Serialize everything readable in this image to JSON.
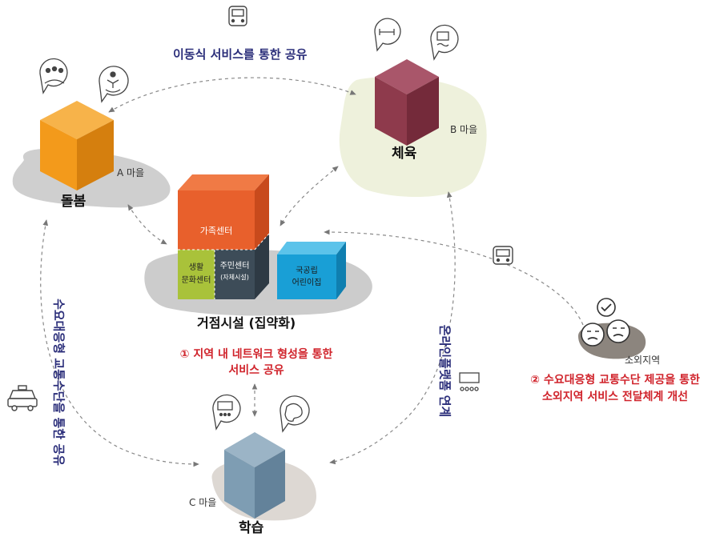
{
  "flows": {
    "mobile_service": "이동식 서비스를 통한 공유",
    "demand_transport": "수요대응형 교통수단을 통한 공유",
    "online_link": "온라인플랫폼 연계"
  },
  "villages": {
    "a": {
      "name": "A 마을",
      "function": "돌봄"
    },
    "b": {
      "name": "B 마을",
      "function": "체육"
    },
    "c": {
      "name": "C 마을",
      "function": "학습"
    }
  },
  "hub": {
    "title": "거점시설 (집약화)",
    "family_center": "가족센터",
    "culture_center_line1": "생활",
    "culture_center_line2": "문화센터",
    "resident_center": "주민센터",
    "resident_center_sub": "(자체시설)",
    "daycare_line1": "국공립",
    "daycare_line2": "어린이집"
  },
  "strategy1": {
    "line1": "① 지역 내 네트워크 형성을 통한",
    "line2": "서비스 공유"
  },
  "strategy2": {
    "line1": "② 수요대응형 교통수단 제공을 통한",
    "line2": "소외지역 서비스 전달체계 개선"
  },
  "remote": {
    "label": "소외지역"
  },
  "icons": [
    "bus-icon",
    "family-care-icon",
    "child-care-icon",
    "fitness-icon",
    "swimming-icon",
    "taxi-icon",
    "classroom-icon",
    "art-palette-icon",
    "elderly-faces-icon",
    "check-icon"
  ],
  "colors": {
    "care_orange": "#f39a1b",
    "sport_maroon": "#8e3a4c",
    "learn_blue": "#7e9db3",
    "family_orange": "#e8602c",
    "culture_green": "#a9c23a",
    "resident_slate": "#3d4c58",
    "daycare_cyan": "#199fd6",
    "flow_navy": "#2b2e7a",
    "strategy_red": "#d0232b"
  }
}
